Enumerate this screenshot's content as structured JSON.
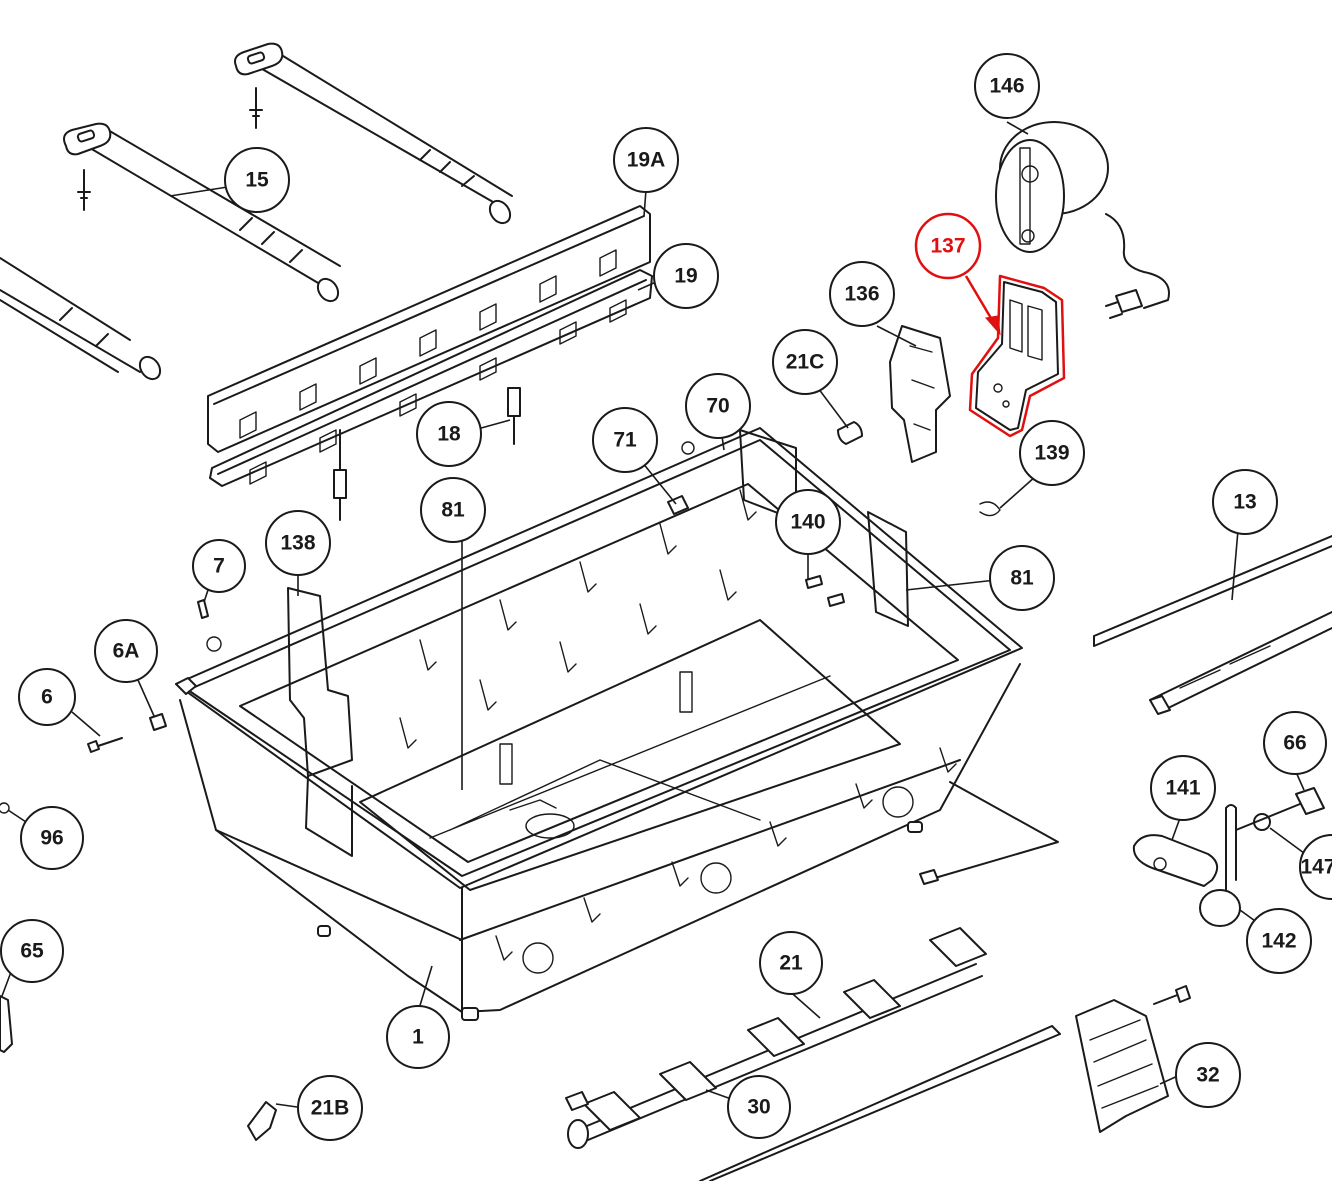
{
  "diagram": {
    "highlight_color": "#e01010",
    "line_color": "#1a1a1a",
    "highlighted_part": "137",
    "callouts": [
      {
        "id": "146",
        "highlight": false
      },
      {
        "id": "137",
        "highlight": true
      },
      {
        "id": "136",
        "highlight": false
      },
      {
        "id": "19A",
        "highlight": false
      },
      {
        "id": "19",
        "highlight": false
      },
      {
        "id": "15",
        "highlight": false
      },
      {
        "id": "18",
        "highlight": false
      },
      {
        "id": "21C",
        "highlight": false
      },
      {
        "id": "70",
        "highlight": false
      },
      {
        "id": "71",
        "highlight": false
      },
      {
        "id": "139",
        "highlight": false
      },
      {
        "id": "81",
        "highlight": false
      },
      {
        "id": "81",
        "highlight": false
      },
      {
        "id": "140",
        "highlight": false
      },
      {
        "id": "13",
        "highlight": false
      },
      {
        "id": "138",
        "highlight": false
      },
      {
        "id": "7",
        "highlight": false
      },
      {
        "id": "6A",
        "highlight": false
      },
      {
        "id": "6",
        "highlight": false
      },
      {
        "id": "96",
        "highlight": false
      },
      {
        "id": "66",
        "highlight": false
      },
      {
        "id": "141",
        "highlight": false
      },
      {
        "id": "147",
        "highlight": false
      },
      {
        "id": "142",
        "highlight": false
      },
      {
        "id": "65",
        "highlight": false
      },
      {
        "id": "21",
        "highlight": false
      },
      {
        "id": "1",
        "highlight": false
      },
      {
        "id": "30",
        "highlight": false
      },
      {
        "id": "32",
        "highlight": false
      },
      {
        "id": "21B",
        "highlight": false
      }
    ]
  }
}
